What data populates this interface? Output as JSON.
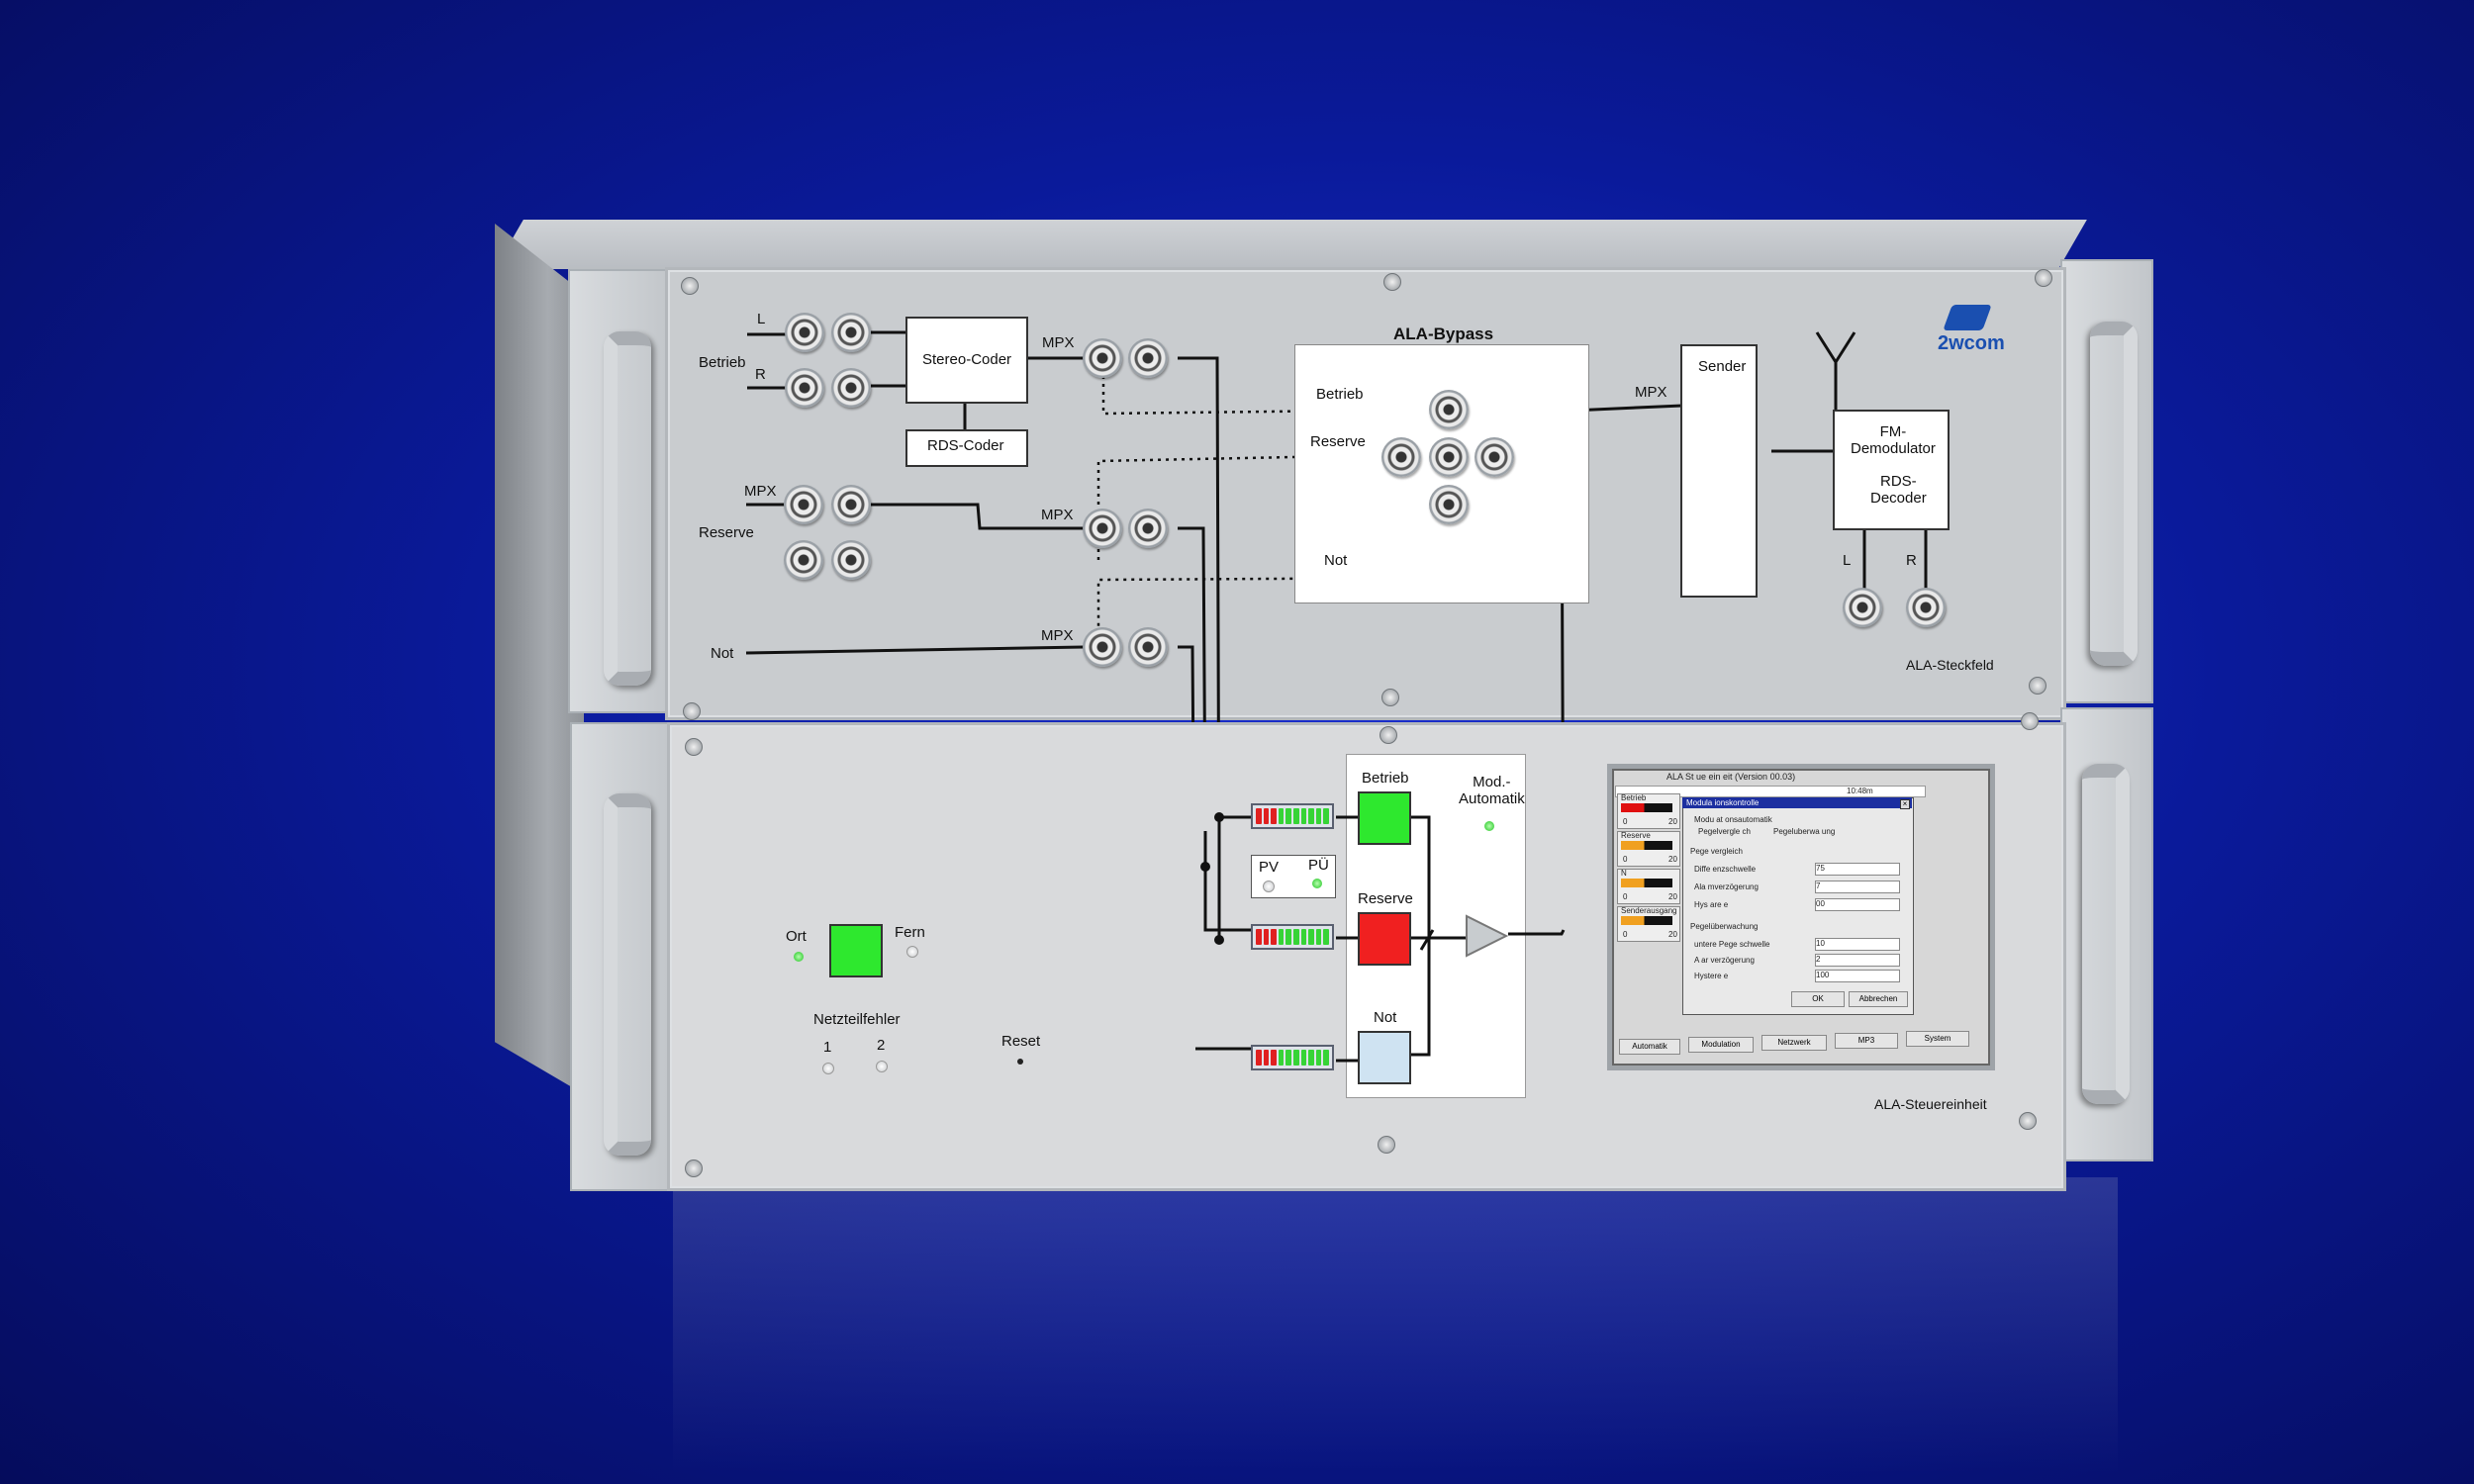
{
  "steckfeld": {
    "name": "ALA-Steckfeld",
    "betrieb": "Betrieb",
    "l": "L",
    "r": "R",
    "stereo_coder": "Stereo-Coder",
    "rds_coder": "RDS-Coder",
    "mpx1": "MPX",
    "mpx_reserve": "MPX",
    "reserve": "Reserve",
    "mpx2": "MPX",
    "not": "Not",
    "mpx3": "MPX",
    "bypass_title": "ALA-Bypass",
    "bypass_betrieb": "Betrieb",
    "bypass_reserve": "Reserve",
    "bypass_not": "Not",
    "mpx_sender": "MPX",
    "sender": "Sender",
    "fm_demod": "FM-\nDemodulator",
    "rds_decoder": "RDS-\nDecoder",
    "out_l": "L",
    "out_r": "R",
    "logo": "2wcom"
  },
  "steuereinheit": {
    "name": "ALA-Steuereinheit",
    "ort": "Ort",
    "fern": "Fern",
    "netzteilfehler": "Netzteilfehler",
    "nt1": "1",
    "nt2": "2",
    "reset": "Reset",
    "betrieb": "Betrieb",
    "reserve": "Reserve",
    "not": "Not",
    "mod_automatik": "Mod.-\nAutomatik",
    "pv": "PV",
    "pu": "PÜ",
    "colors": {
      "green": "#2ee82e",
      "red": "#f02020",
      "lightblue": "#cfe3f2"
    }
  },
  "screen": {
    "title": "ALA St ue ein eit (Version 00.03)",
    "time": "10:48m",
    "dialog_title": "Modula ionskontrolle",
    "modulationsautomatik": "Modu at onsautomatik",
    "radio1": "Pegelvergle ch",
    "radio2": "Pegeluberwa  ung",
    "pegelvergleich": "Pege vergleich",
    "fields": [
      {
        "label": "Diffe enzschwelle",
        "value": "75"
      },
      {
        "label": "Ala mverzögerung",
        "value": "7"
      },
      {
        "label": "Hys are  e",
        "value": "00"
      }
    ],
    "pegelueberwachung": "Pegelüberwachung",
    "fields2": [
      {
        "label": "untere Pege schwelle",
        "value": "10"
      },
      {
        "label": "A ar  verzögerung",
        "value": "2"
      },
      {
        "label": "Hystere e",
        "value": "100"
      }
    ],
    "ok": "OK",
    "abbrechen": "Abbrechen",
    "meters": [
      {
        "label": "Betrieb",
        "min": "0",
        "max": "20"
      },
      {
        "label": "Reserve",
        "min": "0",
        "max": "20"
      },
      {
        "label": "N ",
        "min": "0",
        "max": "20"
      },
      {
        "label": "Senderausgang",
        "min": "0",
        "max": "20"
      }
    ],
    "tabs": [
      "Automatik",
      "Modulation",
      "Netzwerk",
      "MP3",
      "System"
    ]
  }
}
